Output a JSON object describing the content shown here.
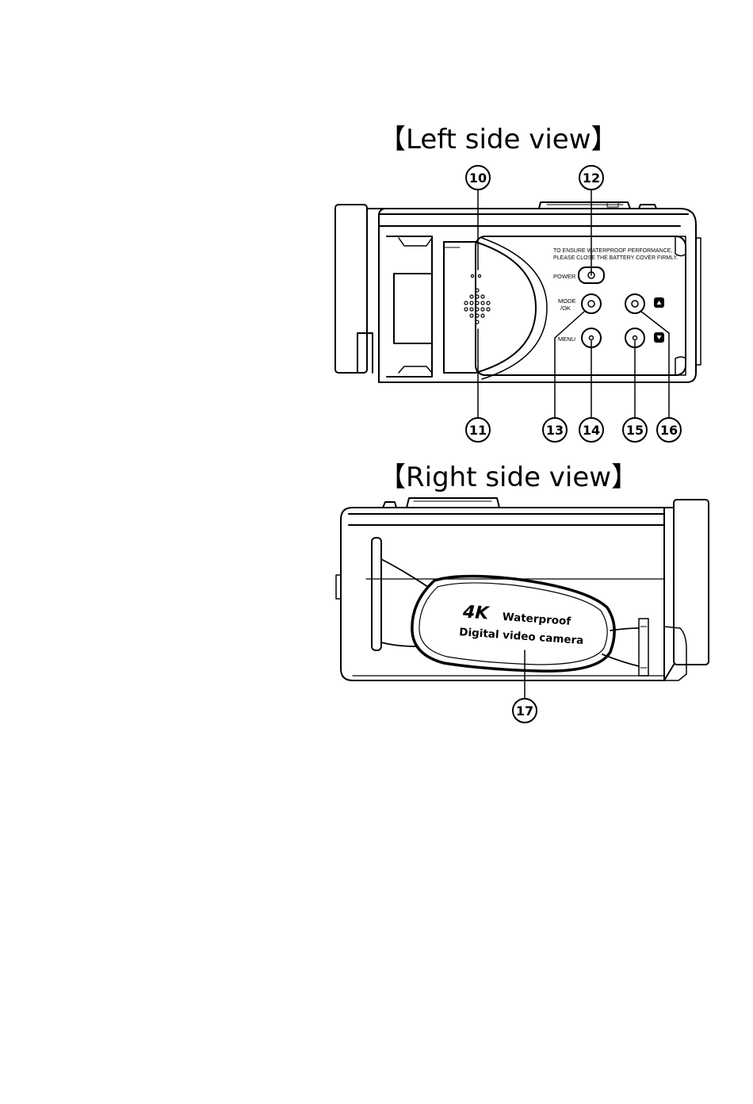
{
  "left_view": {
    "title": "【Left side view】",
    "notice_line1": "TO ENSURE WATERPROOF PERFORMANCE,",
    "notice_line2": "PLEASE CLOSE THE BATTERY COVER FIRMLY.",
    "power_label": "POWER",
    "mode_label_line1": "MODE",
    "mode_label_line2": "/OK",
    "menu_label": "MENU",
    "callouts": [
      "⑩",
      "⑪",
      "⑫",
      "⑬",
      "⑭",
      "⑮",
      "⑯"
    ]
  },
  "right_view": {
    "title": "【Right side view】",
    "strap_brand_big": "4K",
    "strap_brand_rest": "Waterproof",
    "strap_line2": "Digital video camera",
    "callouts": [
      "⑰"
    ]
  }
}
